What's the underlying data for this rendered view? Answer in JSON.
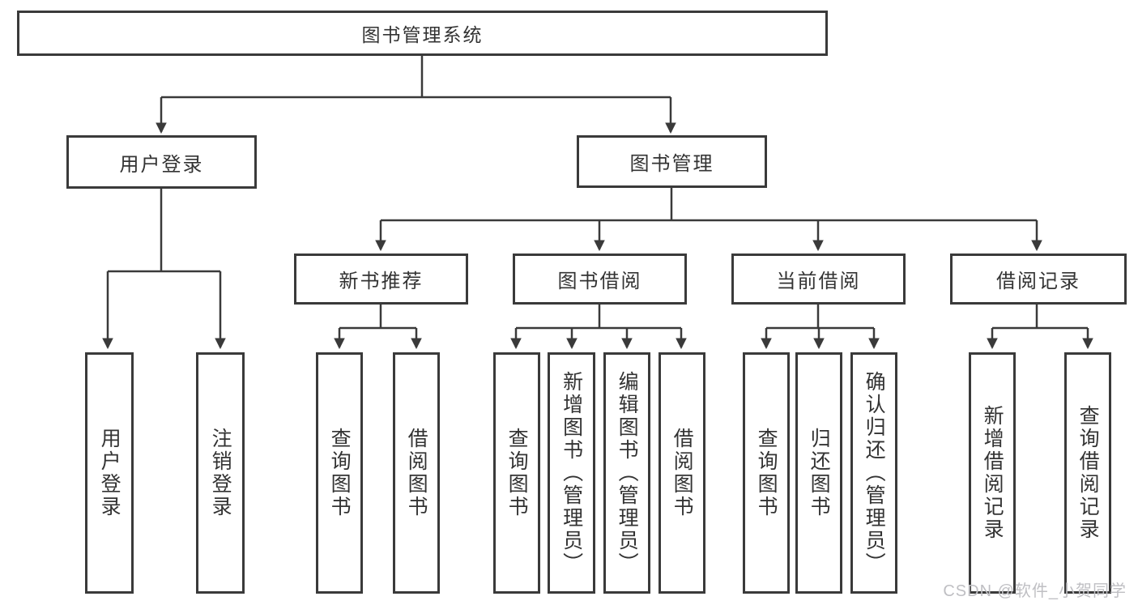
{
  "diagram": {
    "root": {
      "label": "图书管理系统"
    },
    "branches": [
      {
        "label": "用户登录",
        "children": [
          {
            "label": "用户登录"
          },
          {
            "label": "注销登录"
          }
        ]
      },
      {
        "label": "图书管理",
        "children": [
          {
            "label": "新书推荐",
            "children": [
              {
                "label": "查询图书"
              },
              {
                "label": "借阅图书"
              }
            ]
          },
          {
            "label": "图书借阅",
            "children": [
              {
                "label": "查询图书"
              },
              {
                "label": "新增图书（管理员）"
              },
              {
                "label": "编辑图书（管理员）"
              },
              {
                "label": "借阅图书"
              }
            ]
          },
          {
            "label": "当前借阅",
            "children": [
              {
                "label": "查询图书"
              },
              {
                "label": "归还图书"
              },
              {
                "label": "确认归还（管理员）"
              }
            ]
          },
          {
            "label": "借阅记录",
            "children": [
              {
                "label": "新增借阅记录"
              },
              {
                "label": "查询借阅记录"
              }
            ]
          }
        ]
      }
    ]
  },
  "watermark": {
    "text": "CSDN @软件_小贺同学"
  },
  "colors": {
    "line": "#3a3a3a",
    "box_border": "#3a3a3a",
    "text": "#333333",
    "background": "#ffffff",
    "watermark": "#bfbfc3"
  }
}
